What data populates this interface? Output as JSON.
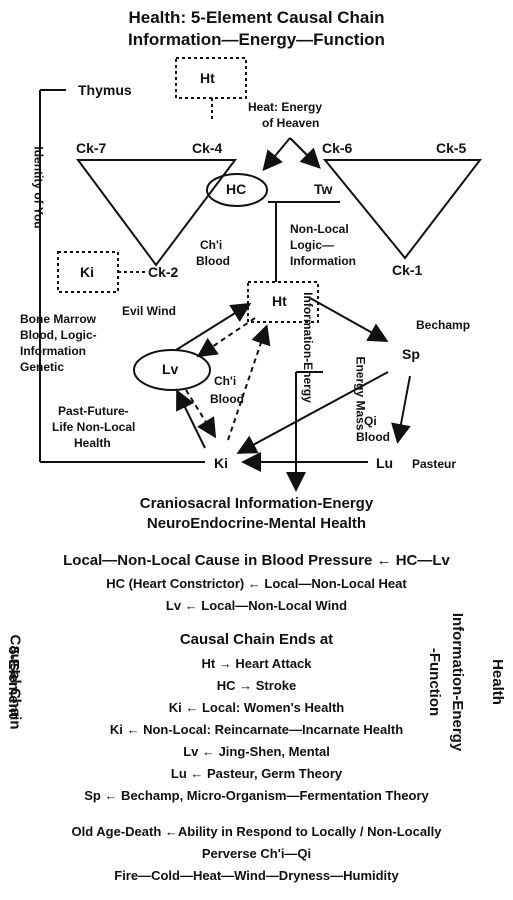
{
  "title": {
    "line1": "Health: 5-Element Causal Chain",
    "line2": "Information—Energy—Function"
  },
  "nodes": {
    "ht_top": "Ht",
    "thymus": "Thymus",
    "heat_heaven_1": "Heat: Energy",
    "heat_heaven_2": "of Heaven",
    "ck7": "Ck-7",
    "ck4": "Ck-4",
    "ck6": "Ck-6",
    "ck5": "Ck-5",
    "hc": "HC",
    "tw": "Tw",
    "nonlocal_1": "Non-Local",
    "nonlocal_2": "Logic—",
    "nonlocal_3": "Information",
    "chi_blood_1a": "Ch'i",
    "chi_blood_1b": "Blood",
    "ki_box": "Ki",
    "ck2": "Ck-2",
    "ck1": "Ck-1",
    "ht_mid": "Ht",
    "evil_wind": "Evil Wind",
    "bechamp": "Bechamp",
    "sp": "Sp",
    "bone_1": "Bone Marrow",
    "bone_2": "Blood, Logic-",
    "bone_3": "Information",
    "bone_4": "Genetic",
    "lv": "Lv",
    "chi_blood_2a": "Ch'i",
    "chi_blood_2b": "Blood",
    "info_energy_vert": "Information-Energy",
    "energy_mass_vert": "Energy Mass",
    "qi_blood_a": "Qi",
    "qi_blood_b": "Blood",
    "past_1": "Past-Future-",
    "past_2": "Life Non-Local",
    "past_3": "Health",
    "ki": "Ki",
    "lu": "Lu",
    "pasteur": "Pasteur",
    "identity": "Identity of You"
  },
  "cranio": {
    "line1": "Craniosacral Information-Energy",
    "line2": "NeuroEndocrine-Mental Health"
  },
  "bp": {
    "line1": "Local—Non-Local Cause in Blood Pressure ← HC—Lv",
    "line2": "HC (Heart Constrictor) ← Local—Non-Local Heat",
    "line3": "Lv ← Local—Non-Local Wind"
  },
  "side": {
    "left1": "5-Element",
    "left2": "Causal Chain",
    "right1": "Health",
    "right2": "Information-Energy",
    "right3": "-Function"
  },
  "ends": {
    "heading": "Causal Chain Ends at",
    "items": [
      "Ht → Heart Attack",
      "HC → Stroke",
      "Ki ← Local: Women's Health",
      "Ki ← Non-Local: Reincarnate—Incarnate Health",
      "Lv ← Jing-Shen, Mental",
      "Lu ← Pasteur, Germ Theory",
      "Sp ← Bechamp, Micro-Organism—Fermentation Theory"
    ]
  },
  "footer": {
    "line1": "Old Age-Death ←Ability in Respond to Locally / Non-Locally",
    "line2": "Perverse Ch'i—Qi",
    "line3": "Fire—Cold—Heat—Wind—Dryness—Humidity"
  }
}
